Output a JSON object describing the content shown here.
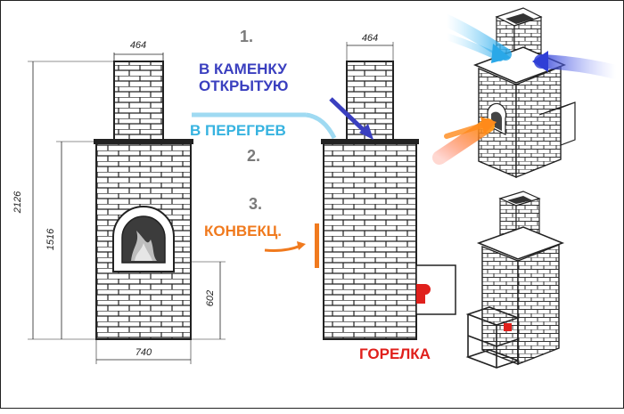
{
  "dimensions": {
    "top_width_left": "464",
    "top_width_mid": "464",
    "total_height": "2126",
    "body_height": "1516",
    "firebox_height": "602",
    "base_width": "740"
  },
  "labels": {
    "num1": "1.",
    "kamenka_line1": "В КАМЕНКУ",
    "kamenka_line2": "ОТКРЫТУЮ",
    "peregrev": "В ПЕРЕГРЕВ",
    "num2": "2.",
    "num3": "3.",
    "konvekc": "КОНВЕКЦ.",
    "gorelka": "ГОРЕЛКА"
  },
  "colors": {
    "kamenka": "#3a3fbf",
    "peregrev": "#37b3e0",
    "konvekc": "#f07a1e",
    "gorelka": "#e0201c",
    "number": "#7a7a7a",
    "brick_line": "#222222"
  }
}
